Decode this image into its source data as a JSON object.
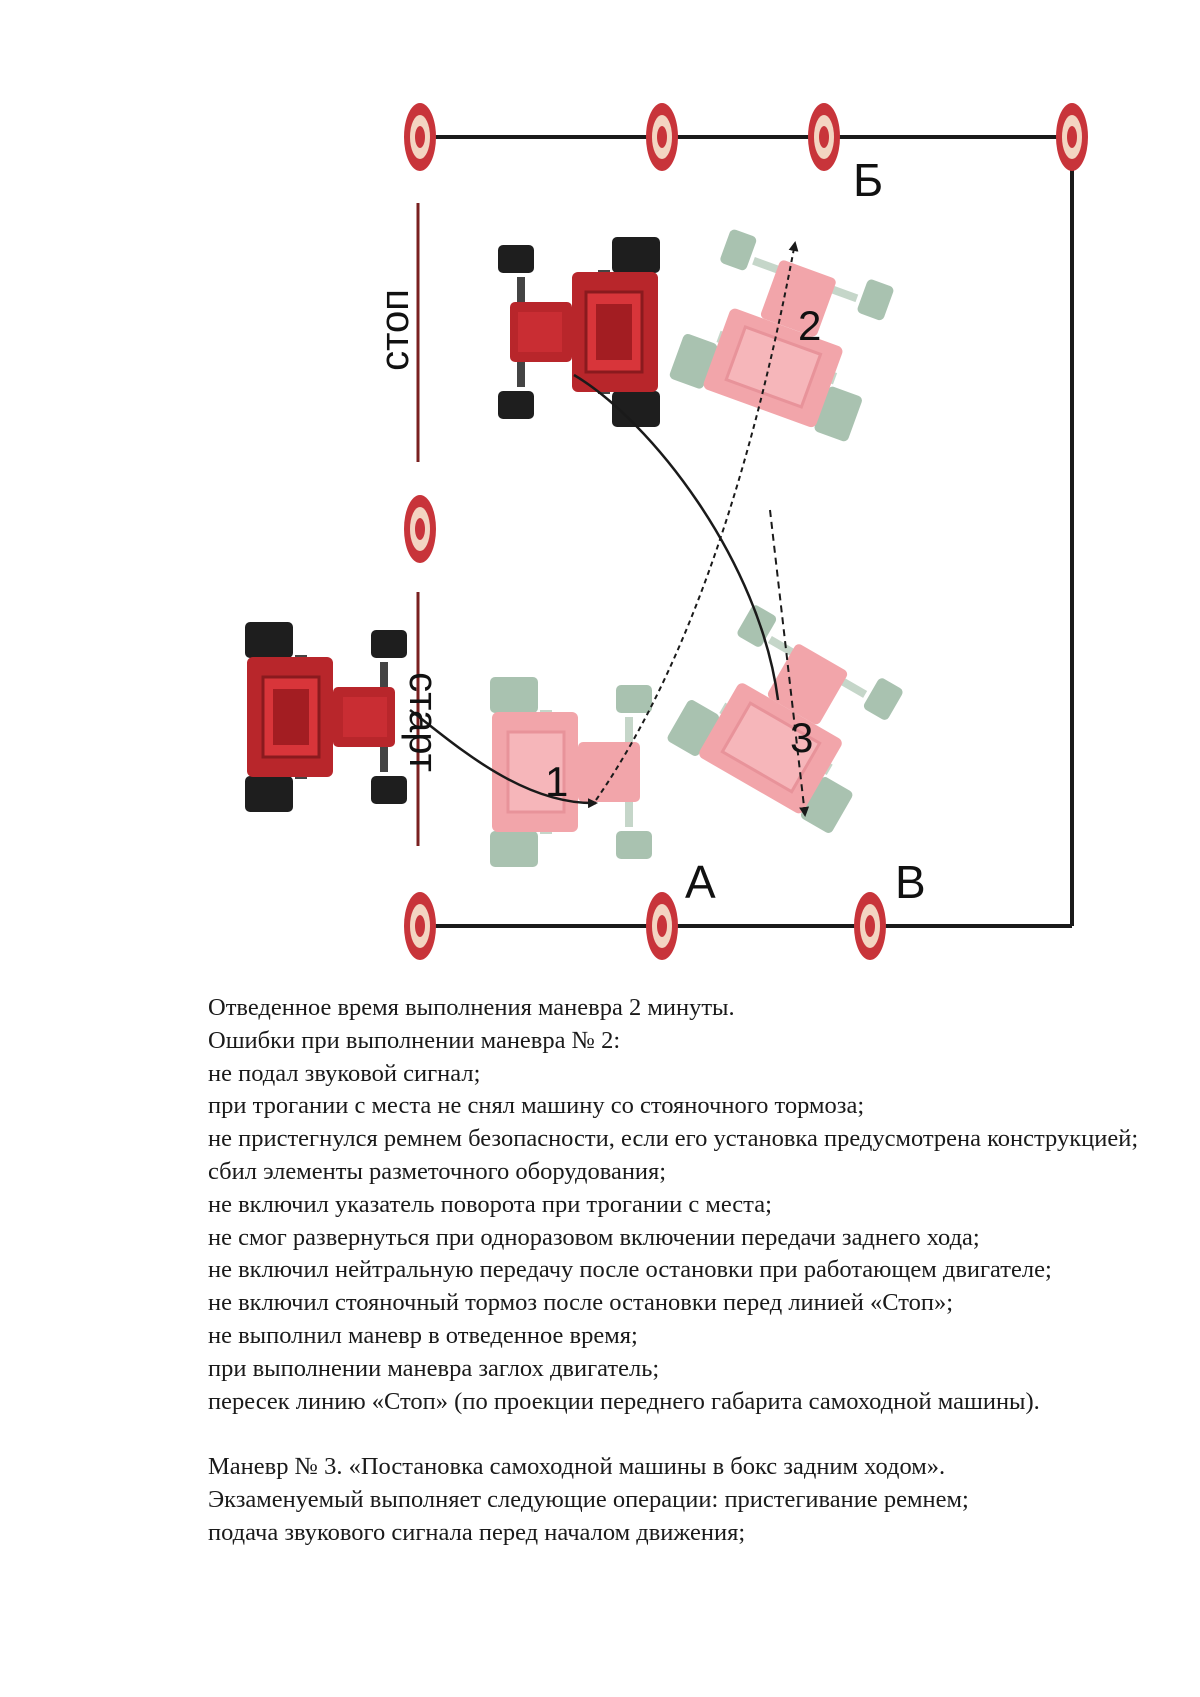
{
  "diagram": {
    "labels": {
      "stop": "стоп",
      "start": "старт",
      "point_a": "А",
      "point_b": "Б",
      "point_v": "В",
      "step_1": "1",
      "step_2": "2",
      "step_3": "3"
    },
    "colors": {
      "tractor_active": "#b8262b",
      "tractor_cab": "#d8353a",
      "tractor_ghost": "#f2a5aa",
      "wheel_ghost": "#a9c2b0",
      "wheel_dark": "#1e1e1e",
      "cone_outer": "#c8343a",
      "cone_ring": "#f3d5c2",
      "line": "#1a1a1a",
      "marker_line": "#7a2020"
    },
    "icons": [
      "tractor-icon",
      "cone-icon",
      "path-arrow-icon"
    ]
  },
  "text": {
    "p1": "Отведенное время выполнения маневра 2 минуты.",
    "p2": "Ошибки при выполнении маневра № 2:",
    "p3": "не подал звуковой сигнал;",
    "p4": "при трогании с места не снял машину со стояночного тормоза;",
    "p5": "не пристегнулся ремнем безопасности, если его установка предусмотрена конструкцией;",
    "p6": "сбил элементы разметочного оборудования;",
    "p7": "не включил указатель поворота при трогании с места;",
    "p8": "не смог развернуться при одноразовом включении передачи заднего хода;",
    "p9": "не включил нейтральную передачу после остановки при работающем двигателе;",
    "p10": "не включил стояночный тормоз после остановки перед линией «Стоп»;",
    "p11": "не выполнил маневр в отведенное время;",
    "p12": "при выполнении маневра заглох двигатель;",
    "p13": "пересек линию «Стоп» (по проекции переднего габарита самоходной машины).",
    "p14": "Маневр № 3. «Постановка самоходной машины в бокс задним ходом».",
    "p15": "Экзаменуемый выполняет следующие операции: пристегивание ремнем;",
    "p16": "подача звукового сигнала перед началом движения;"
  }
}
